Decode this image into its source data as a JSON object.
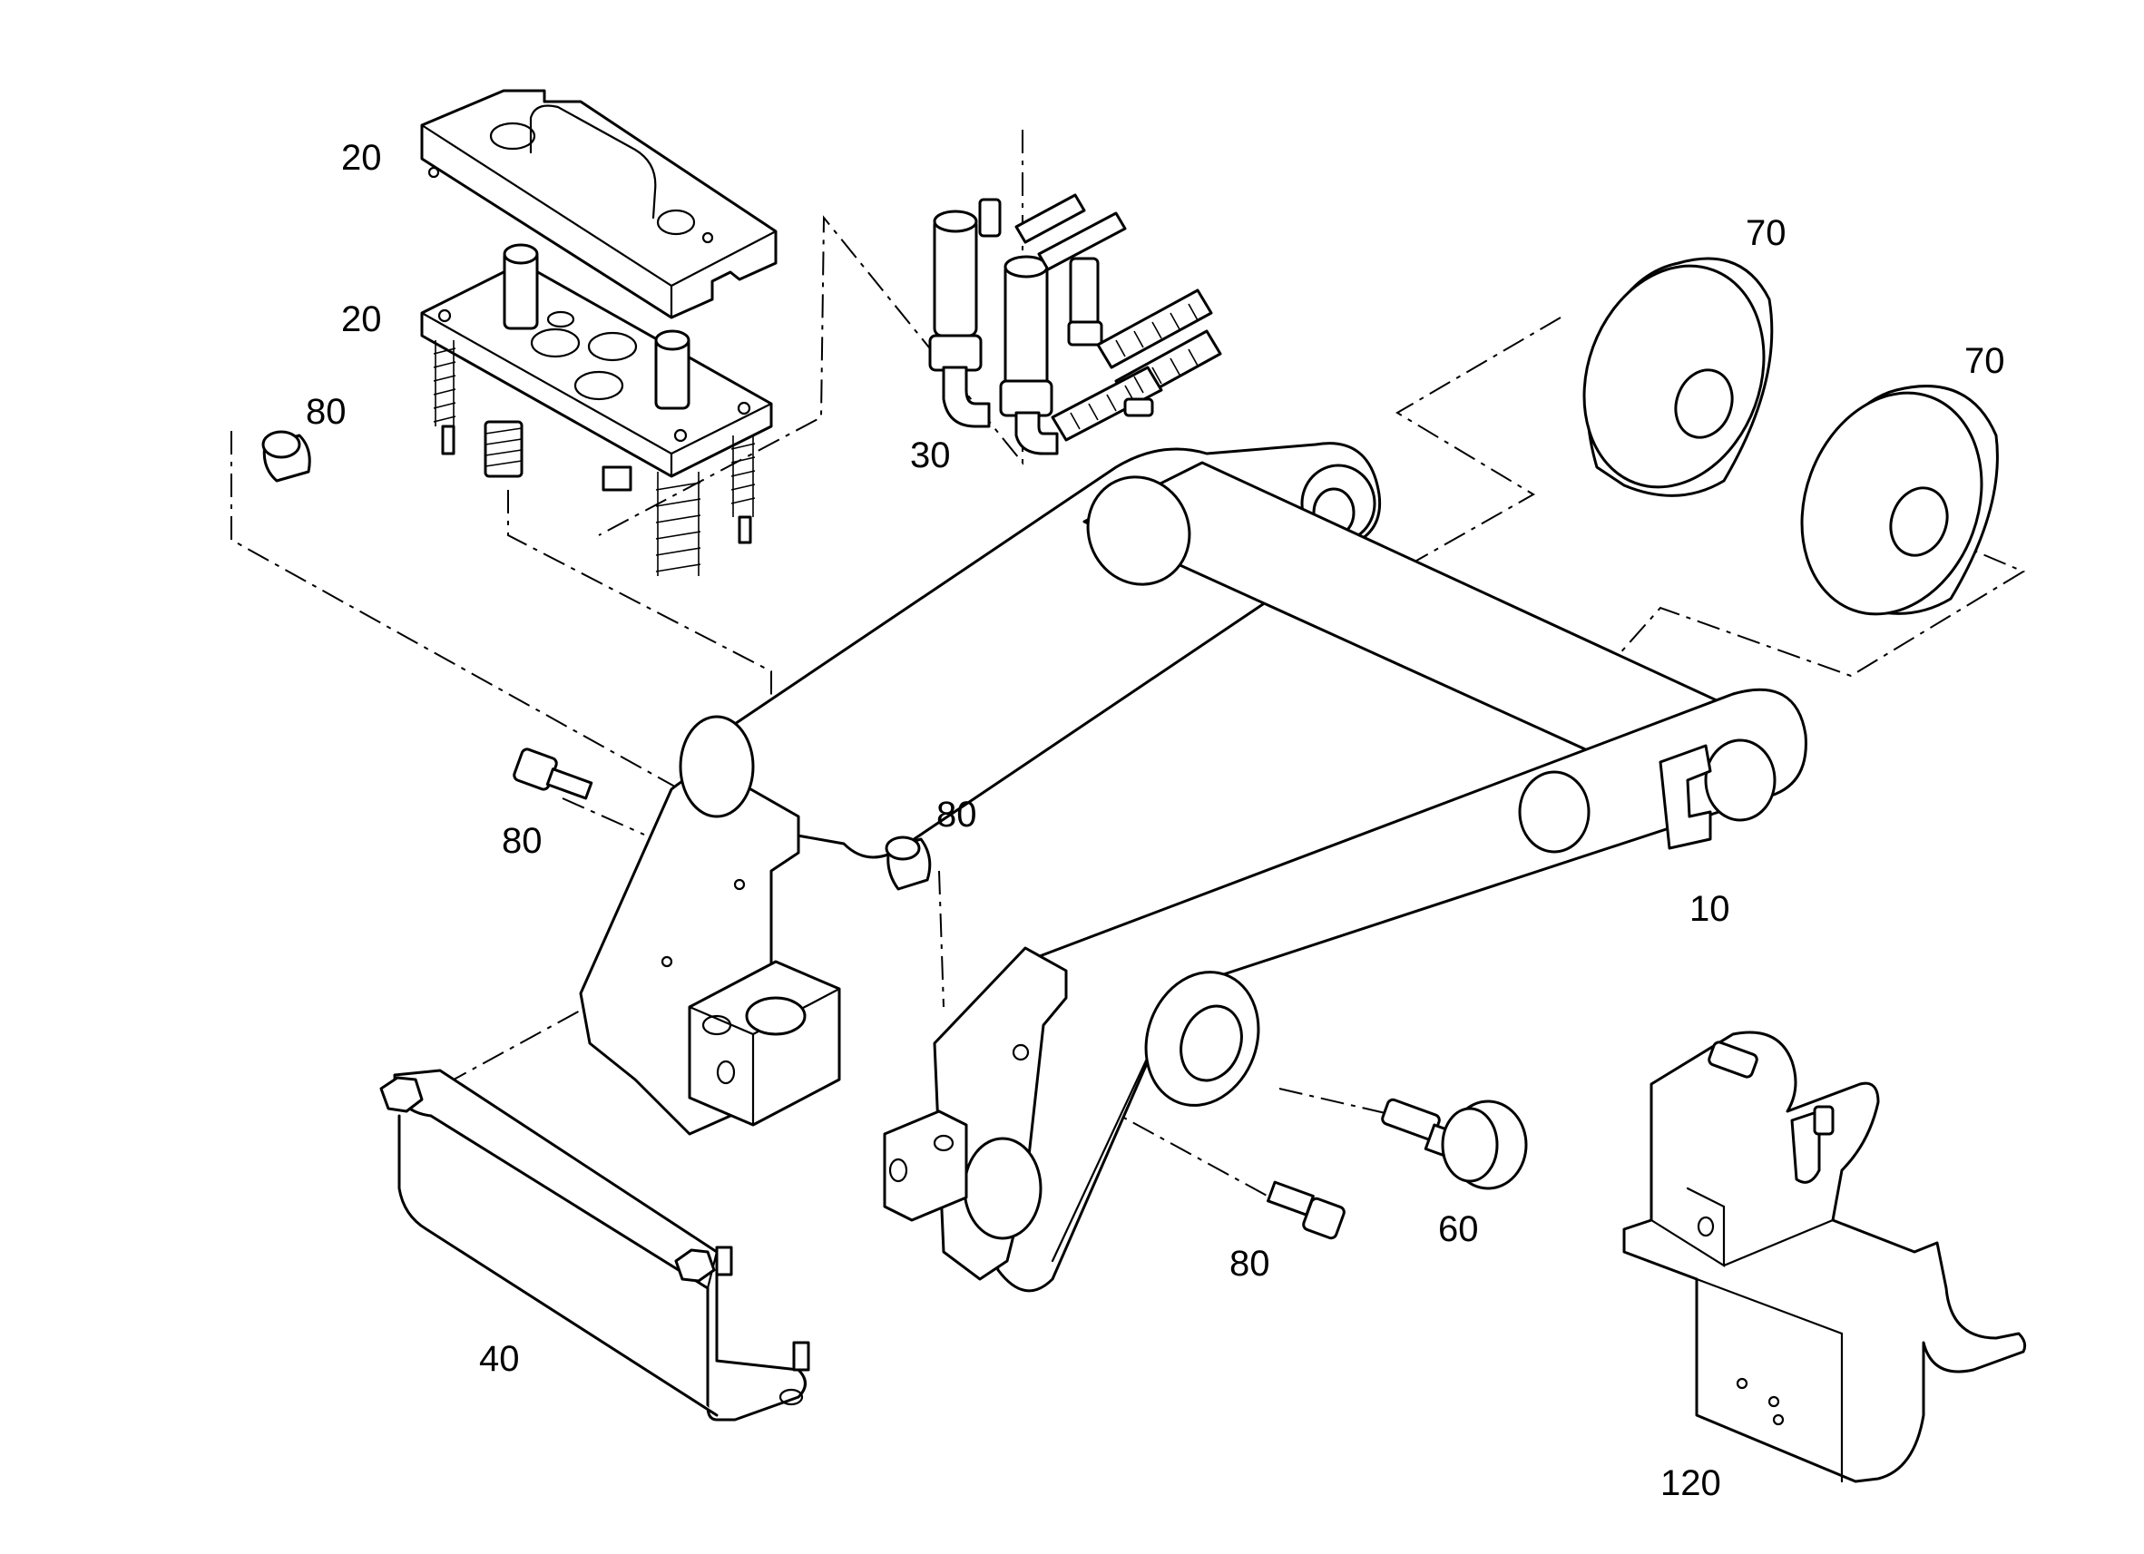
{
  "callouts": {
    "p20a": "20",
    "p20b": "20",
    "p30": "30",
    "p70a": "70",
    "p70b": "70",
    "p80a": "80",
    "p80b": "80",
    "p80c": "80",
    "p80d": "80",
    "p10": "10",
    "p60": "60",
    "p40": "40",
    "p120": "120"
  },
  "colors": {
    "line": "#000000",
    "background": "#ffffff"
  }
}
